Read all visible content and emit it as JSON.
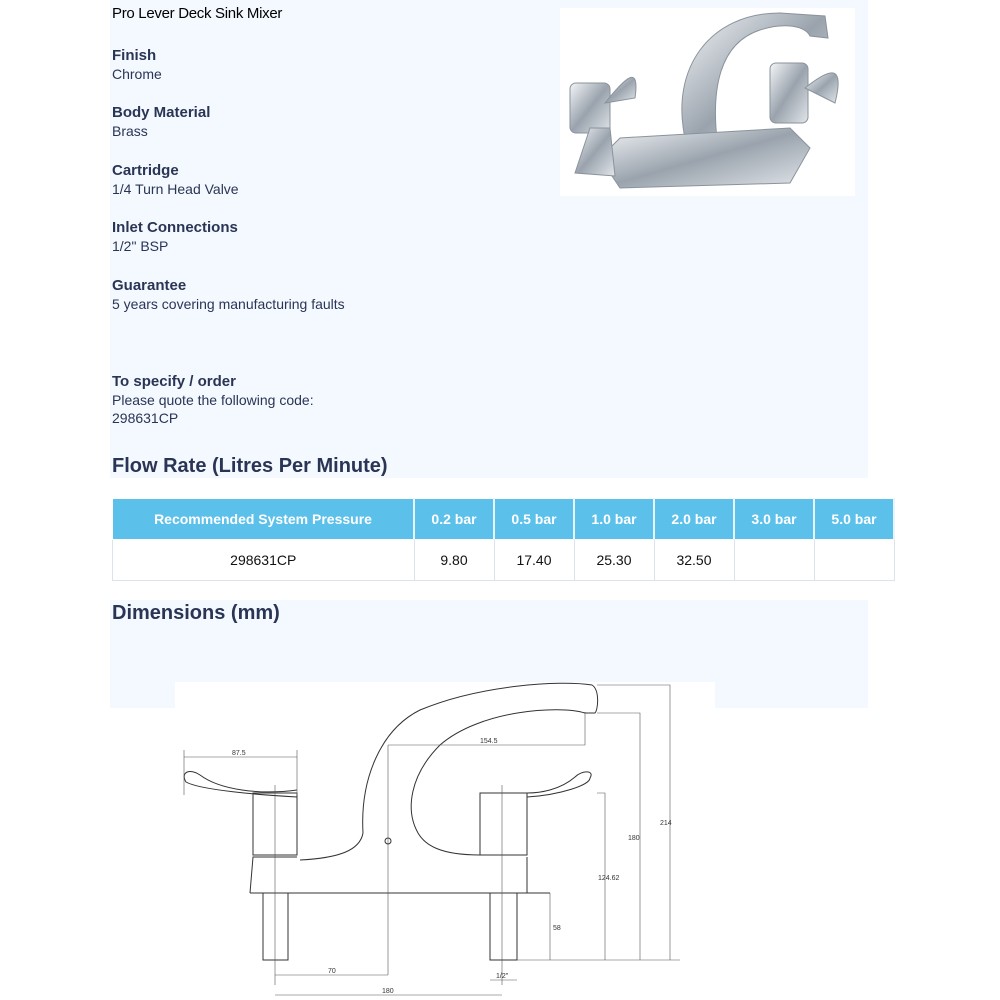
{
  "product": {
    "title": "Pro Lever Deck Sink Mixer"
  },
  "specs": [
    {
      "label": "Finish",
      "value": "Chrome"
    },
    {
      "label": "Body Material",
      "value": "Brass"
    },
    {
      "label": "Cartridge",
      "value": "1/4 Turn Head Valve"
    },
    {
      "label": "Inlet Connections",
      "value": "1/2\" BSP"
    },
    {
      "label": "Guarantee",
      "value": "5 years covering manufacturing faults"
    }
  ],
  "order": {
    "label": "To specify / order",
    "line1": "Please quote the following code:",
    "code": "298631CP"
  },
  "flow": {
    "heading": "Flow Rate (Litres Per Minute)",
    "headers": [
      "Recommended System Pressure",
      "0.2 bar",
      "0.5 bar",
      "1.0 bar",
      "2.0 bar",
      "3.0 bar",
      "5.0 bar"
    ],
    "row": [
      "298631CP",
      "9.80",
      "17.40",
      "25.30",
      "32.50",
      "",
      ""
    ]
  },
  "dimensions": {
    "heading": "Dimensions (mm)",
    "labels": {
      "handle": "87.5",
      "reach": "154.5",
      "height_handle": "124.62",
      "tail": "58",
      "spout_outlet": "180",
      "overall": "214",
      "half_centres": "70",
      "centres": "180",
      "inlet": "1/2\""
    }
  }
}
